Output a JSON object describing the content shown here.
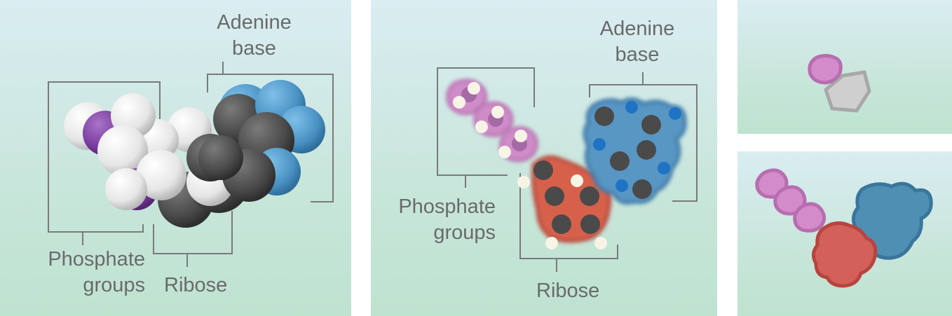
{
  "panels": {
    "space_filling": {
      "labels": {
        "base_line1": "Adenine",
        "base_line2": "base",
        "phosphate_line1": "Phosphate",
        "phosphate_line2": "groups",
        "ribose": "Ribose"
      }
    },
    "ball_model": {
      "labels": {
        "base_line1": "Adenine",
        "base_line2": "base",
        "phosphate_line1": "Phosphate",
        "phosphate_line2": "groups",
        "ribose": "Ribose"
      }
    },
    "simple_icon": {},
    "blob_icon": {}
  },
  "colors": {
    "phosphate": "#c97fc0",
    "phosphorus": "#7b3ba0",
    "ribose": "#d9604f",
    "base": "#4f8fb8",
    "nitrogen": "#3b8cc4",
    "carbon": "#4a4a4a",
    "hydrogen": "#f2f2f2",
    "label": "#6a6a6a"
  }
}
